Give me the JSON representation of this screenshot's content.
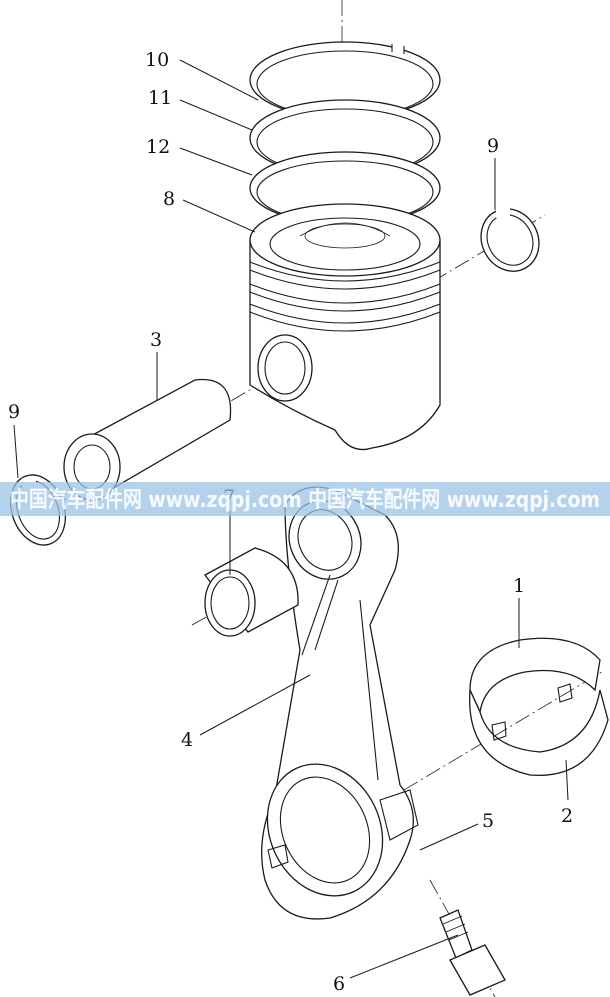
{
  "callouts": [
    {
      "id": "c10",
      "label": "10"
    },
    {
      "id": "c11",
      "label": "11"
    },
    {
      "id": "c12",
      "label": "12"
    },
    {
      "id": "c8",
      "label": "8"
    },
    {
      "id": "c9a",
      "label": "9"
    },
    {
      "id": "c3",
      "label": "3"
    },
    {
      "id": "c9b",
      "label": "9"
    },
    {
      "id": "c7",
      "label": "7"
    },
    {
      "id": "c1",
      "label": "1"
    },
    {
      "id": "c4",
      "label": "4"
    },
    {
      "id": "c2",
      "label": "2"
    },
    {
      "id": "c5",
      "label": "5"
    },
    {
      "id": "c6",
      "label": "6"
    }
  ],
  "watermark": {
    "text": "中国汽车配件网  www.zqpj.com  中国汽车配件网  www.zqpj.com",
    "color": "#9cc3e6"
  },
  "colors": {
    "line": "#1a1a1a",
    "background": "#ffffff"
  }
}
